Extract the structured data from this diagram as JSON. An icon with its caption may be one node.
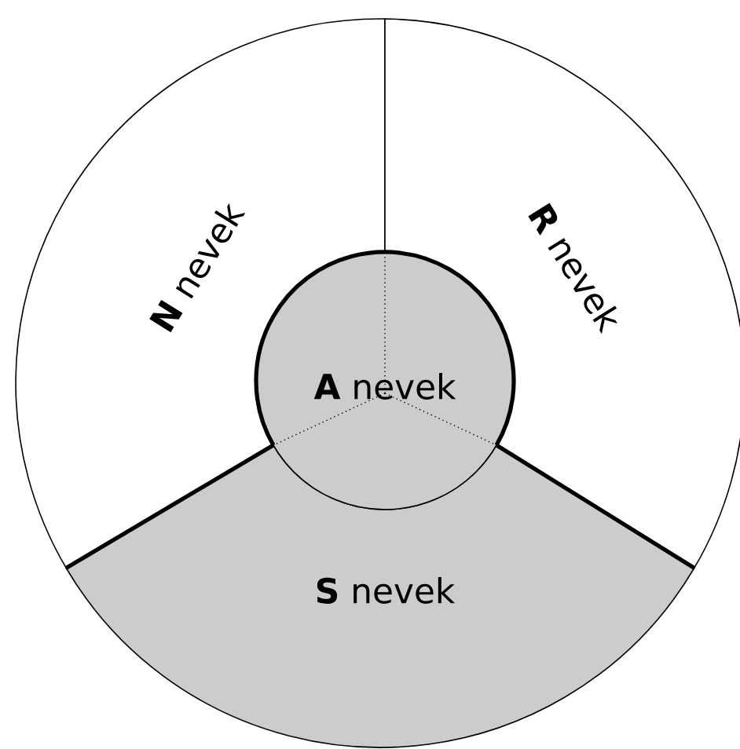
{
  "diagram": {
    "nodes": [
      {
        "text": [
          "**N** nevek"
        ]
      },
      {
        "text": [
          "**R** nevek"
        ]
      },
      {
        "text": [
          "**A** nevek"
        ]
      },
      {
        "text": [
          "**S** nevek"
        ]
      }
    ]
  }
}
